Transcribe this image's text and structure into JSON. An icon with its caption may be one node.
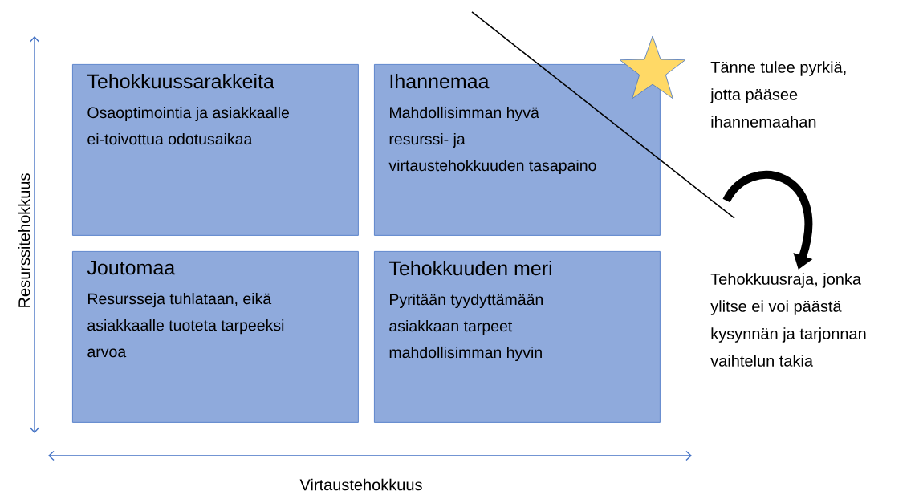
{
  "diagram": {
    "nodes": [
      {
        "text": [
          "Tehokkuussarakkeita",
          "Osaoptimointia ja asiakkaalle ei-toivottua odotusaikaa"
        ]
      },
      {
        "text": [
          "Ihannemaa",
          "Mahdollisimman hyvä resurssi- ja virtaustehokkuuden tasapaino"
        ]
      },
      {
        "text": [
          "Joutomaa",
          "Resursseja tuhlataan, eikä asiakkaalle tuoteta tarpeeksi arvoa"
        ]
      },
      {
        "text": [
          "Tehokkuuden meri",
          "Pyritään tyydyttämään asiakkaan tarpeet mahdollisimman hyvin"
        ]
      },
      {
        "text": [
          "Tehokkuusraja, jonka ylitse ei voi päästä kysynnän ja tarjonnan vaihtelun takia"
        ]
      }
    ],
    "edges": [
      {
        "from": null,
        "to": 4,
        "arrow": "to"
      }
    ],
    "labels": [
      "Tänne tulee pyrkiä, jotta pääsee ihannemaahan",
      "Resurssitehokkuus",
      "Virtaustehokkuus"
    ]
  }
}
